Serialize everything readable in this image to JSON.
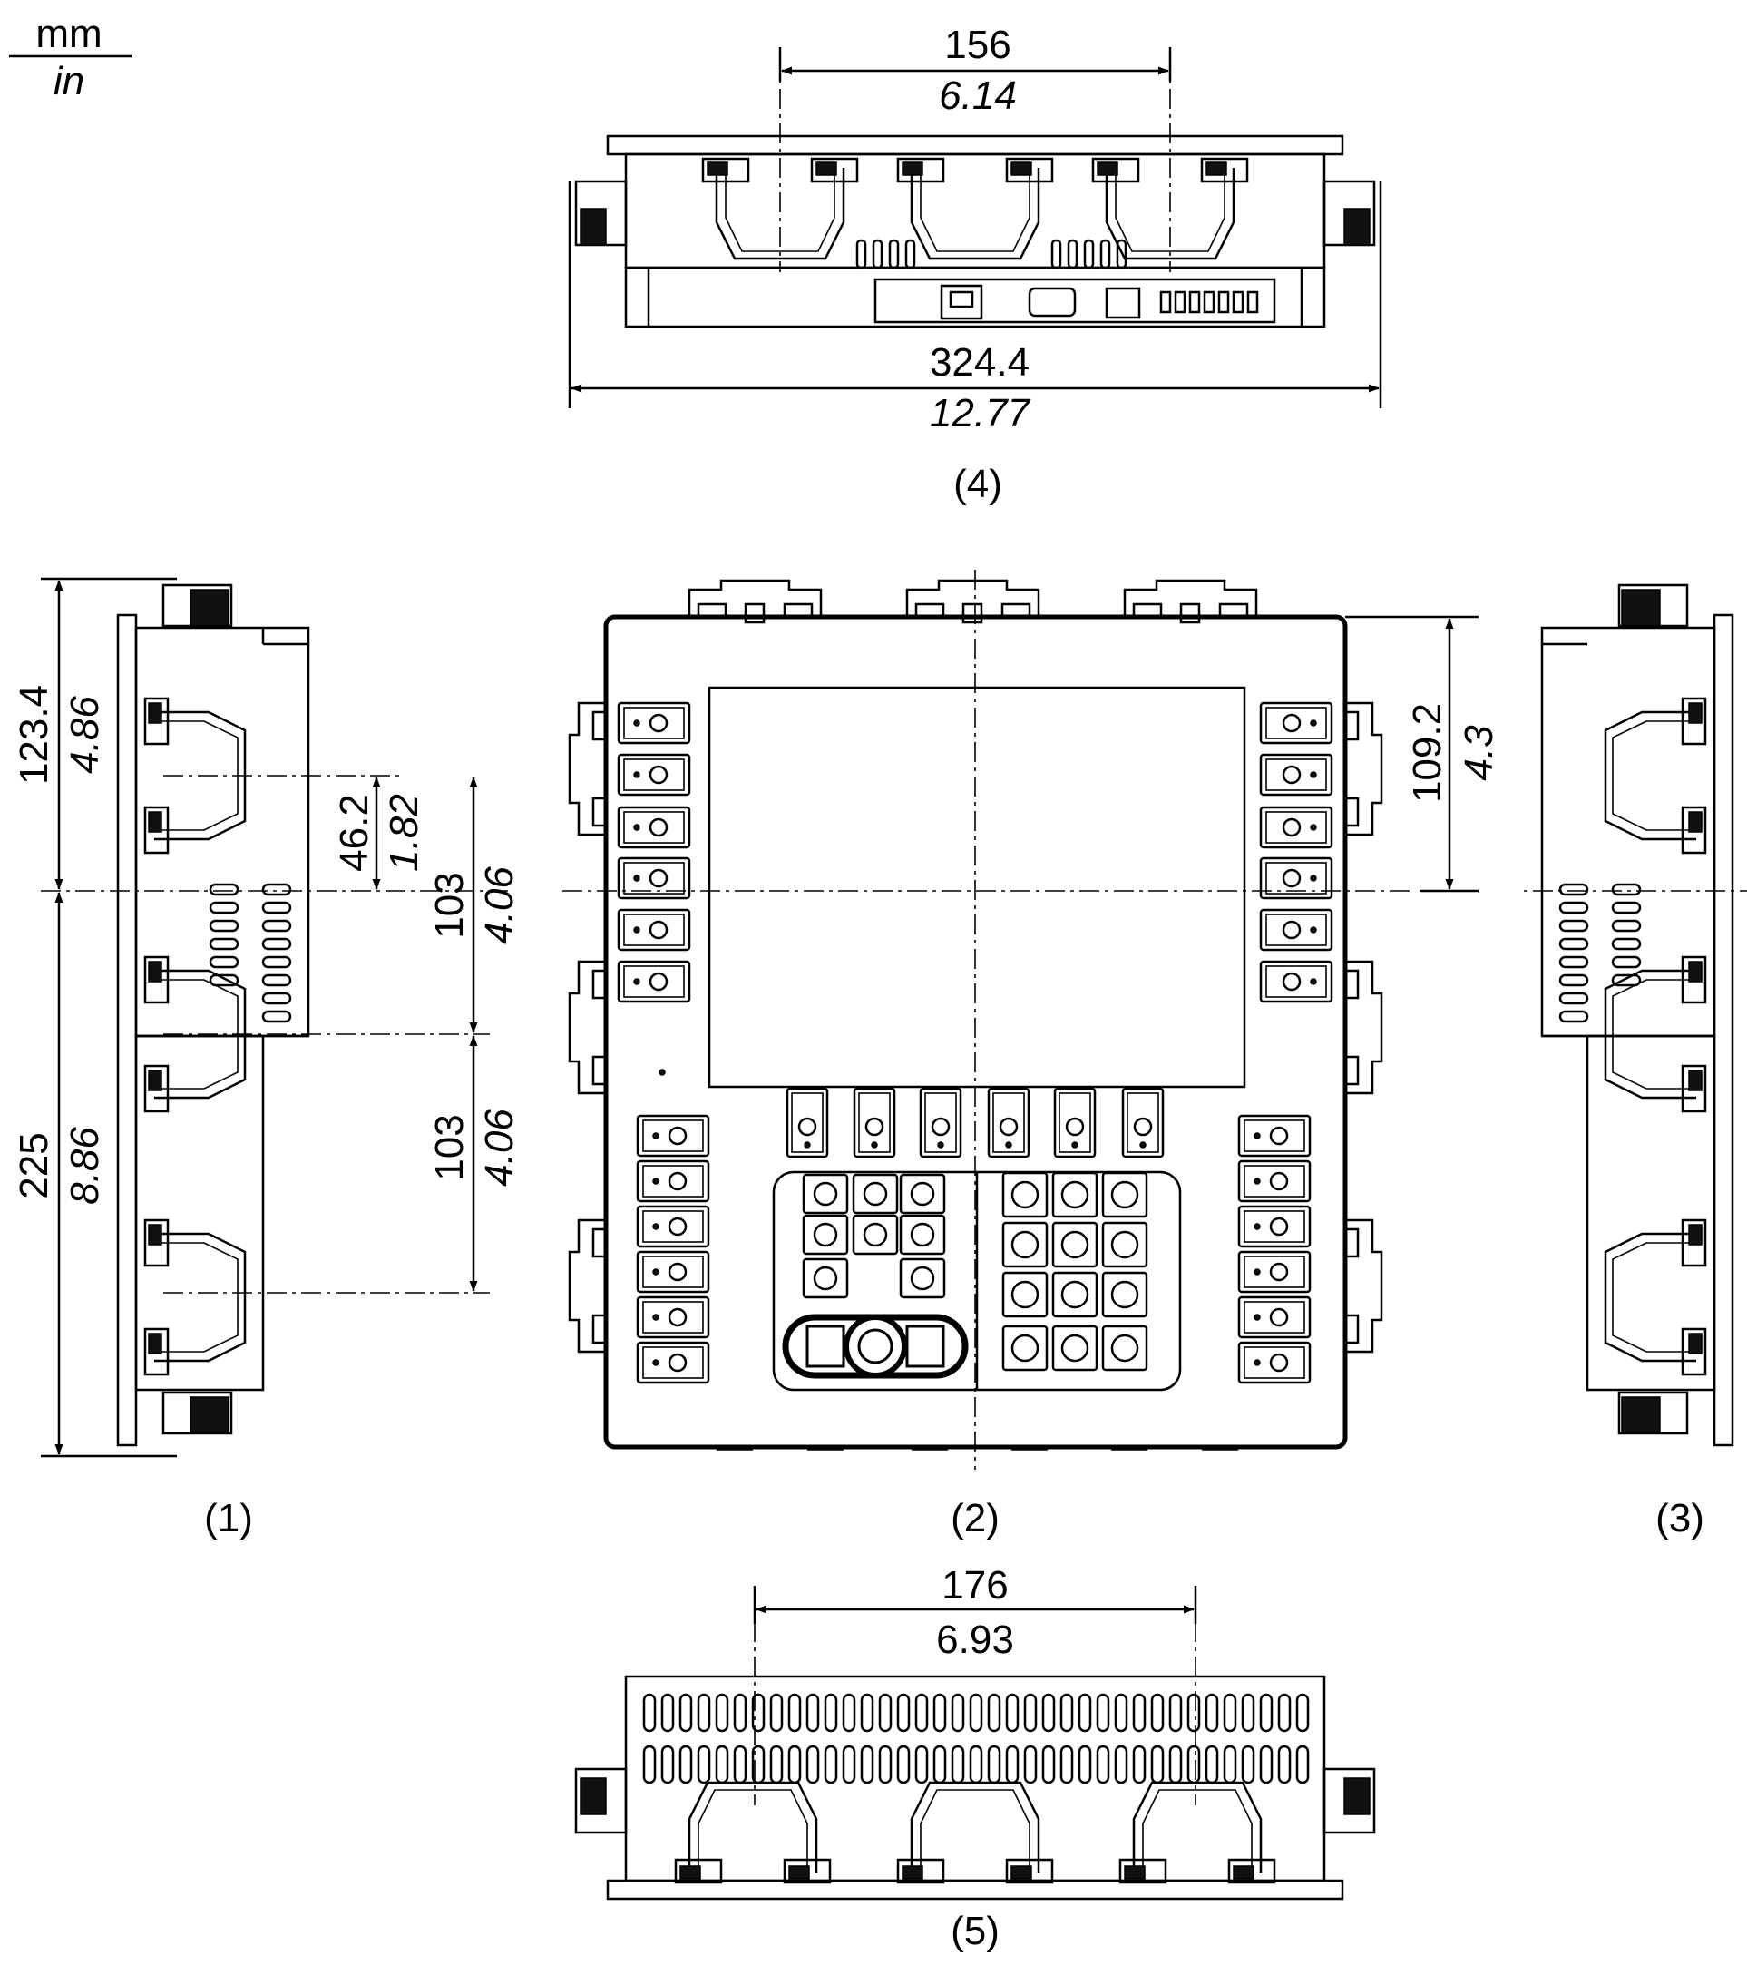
{
  "units": {
    "top": "mm",
    "bottom": "in"
  },
  "views": {
    "left_side": "(1)",
    "front": "(2)",
    "right_side": "(3)",
    "top": "(4)",
    "bottom": "(5)"
  },
  "dimensions": {
    "top_spacing": {
      "mm": "156",
      "in": "6.14"
    },
    "overall_width": {
      "mm": "324.4",
      "in": "12.77"
    },
    "bottom_spacing": {
      "mm": "176",
      "in": "6.93"
    },
    "upper_height": {
      "mm": "123.4",
      "in": "4.86"
    },
    "lower_height": {
      "mm": "225",
      "in": "8.86"
    },
    "clip_offset": {
      "mm": "46.2",
      "in": "1.82"
    },
    "clip_pitch_upper": {
      "mm": "103",
      "in": "4.06"
    },
    "clip_pitch_lower": {
      "mm": "103",
      "in": "4.06"
    },
    "front_half_height": {
      "mm": "109.2",
      "in": "4.3"
    }
  },
  "colors": {
    "line": "#000000",
    "background": "#ffffff"
  }
}
